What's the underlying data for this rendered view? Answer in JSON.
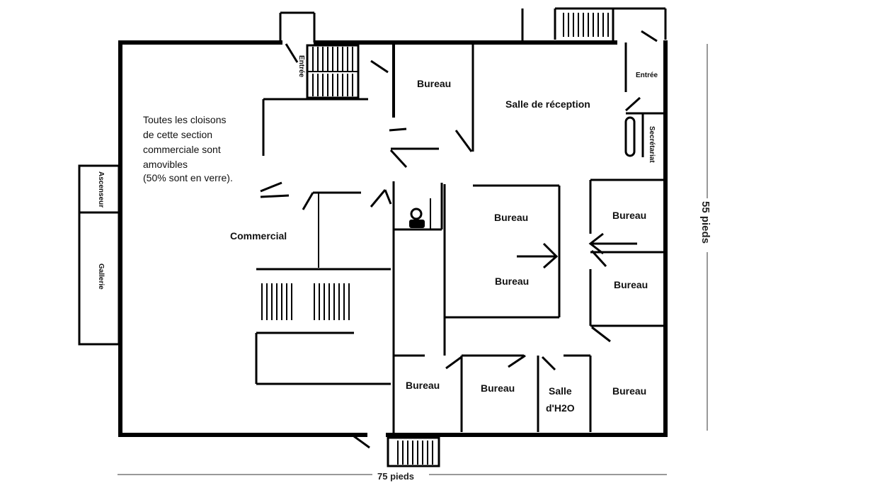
{
  "rooms": {
    "bureau_top": "Bureau",
    "salle_reception": "Salle de réception",
    "entree_left": "Entrée",
    "entree_right": "Entrée",
    "secretariat": "Secrétariat",
    "bureau_center_top": "Bureau",
    "bureau_center_bottom": "Bureau",
    "bureau_right_1": "Bureau",
    "bureau_right_2": "Bureau",
    "bureau_bottom_1": "Bureau",
    "bureau_bottom_2": "Bureau",
    "salle_h2o_line1": "Salle",
    "salle_h2o_line2": "d'H2O",
    "bureau_bottom_right": "Bureau",
    "commercial": "Commercial",
    "ascenseur": "Ascenseur",
    "gallerie": "Gallerie"
  },
  "note_lines": [
    "Toutes les cloisons",
    "de cette section",
    "commerciale sont",
    "amovibles",
    "(50% sont en verre)."
  ],
  "dimensions": {
    "width_label": "75 pieds",
    "height_label": "55 pieds"
  }
}
